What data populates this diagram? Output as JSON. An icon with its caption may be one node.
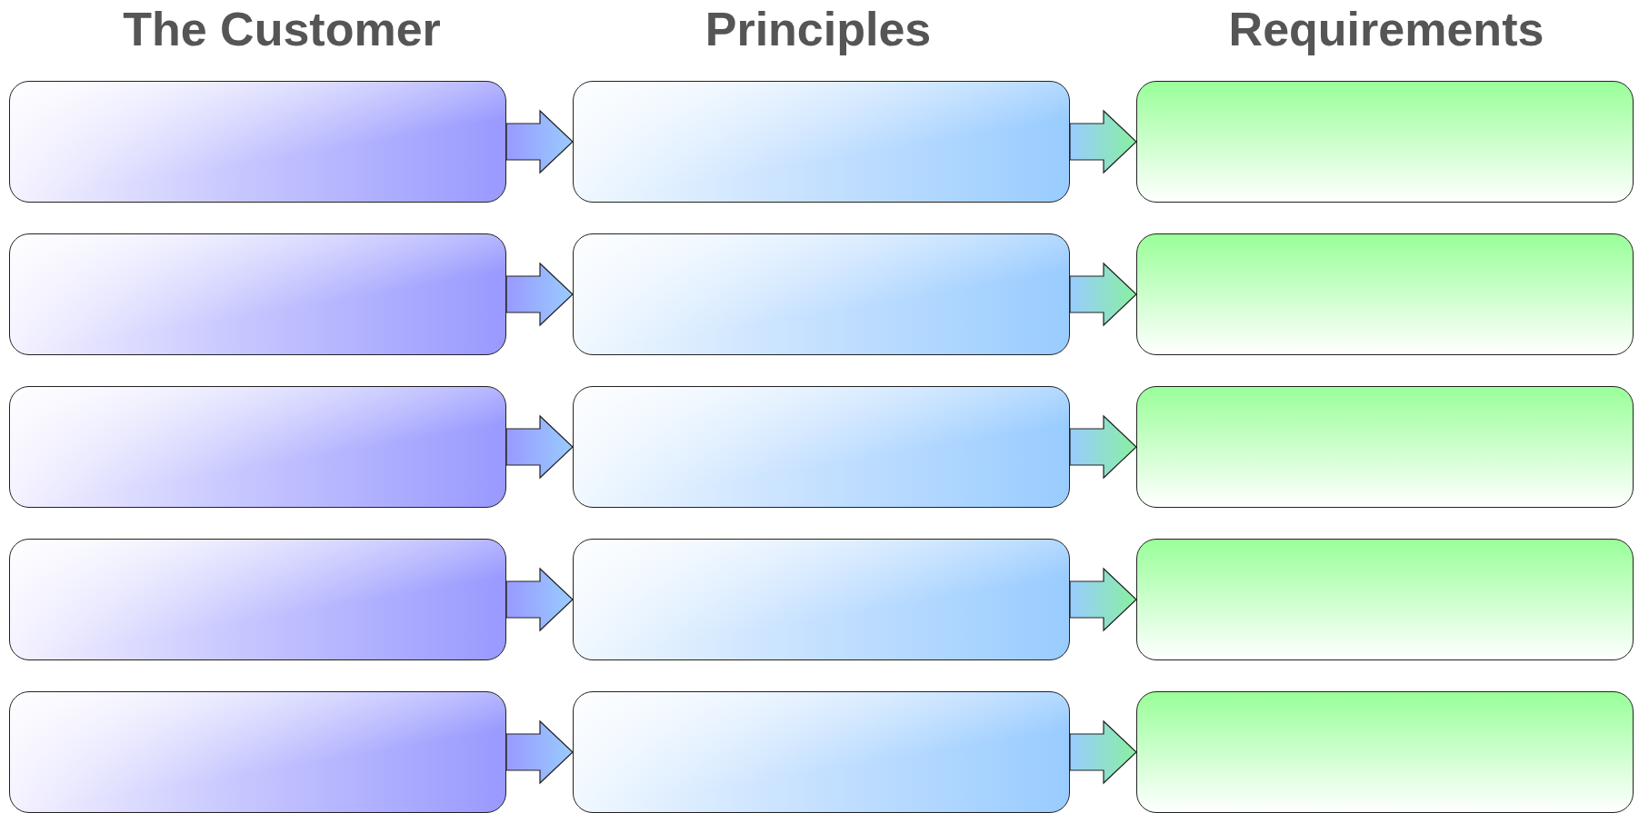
{
  "diagram": {
    "nodes": [
      {
        "text": [],
        "shape": "box"
      },
      {
        "text": [],
        "shape": "box"
      },
      {
        "text": [],
        "shape": "box"
      },
      {
        "text": [],
        "shape": "box"
      },
      {
        "text": [],
        "shape": "box"
      },
      {
        "text": [],
        "shape": "box"
      },
      {
        "text": [],
        "shape": "box"
      },
      {
        "text": [],
        "shape": "box"
      },
      {
        "text": [],
        "shape": "box"
      },
      {
        "text": [],
        "shape": "box"
      },
      {
        "text": [],
        "shape": "box"
      },
      {
        "text": [],
        "shape": "box"
      },
      {
        "text": [],
        "shape": "box"
      },
      {
        "text": [],
        "shape": "box"
      },
      {
        "text": [],
        "shape": "box"
      }
    ],
    "edges": [
      {
        "from": 0,
        "to": 1,
        "arrow": "to"
      },
      {
        "from": 1,
        "to": 2,
        "arrow": "to"
      },
      {
        "from": 3,
        "to": 4,
        "arrow": "to"
      },
      {
        "from": 4,
        "to": 5,
        "arrow": "to"
      },
      {
        "from": 6,
        "to": 7,
        "arrow": "to"
      },
      {
        "from": 7,
        "to": 8,
        "arrow": "to"
      },
      {
        "from": 9,
        "to": 10,
        "arrow": "to"
      },
      {
        "from": 10,
        "to": 11,
        "arrow": "to"
      },
      {
        "from": 12,
        "to": 13,
        "arrow": "to"
      },
      {
        "from": 13,
        "to": 14,
        "arrow": "to"
      }
    ],
    "labels": [
      "The Customer",
      "Principles",
      "Requirements"
    ]
  }
}
